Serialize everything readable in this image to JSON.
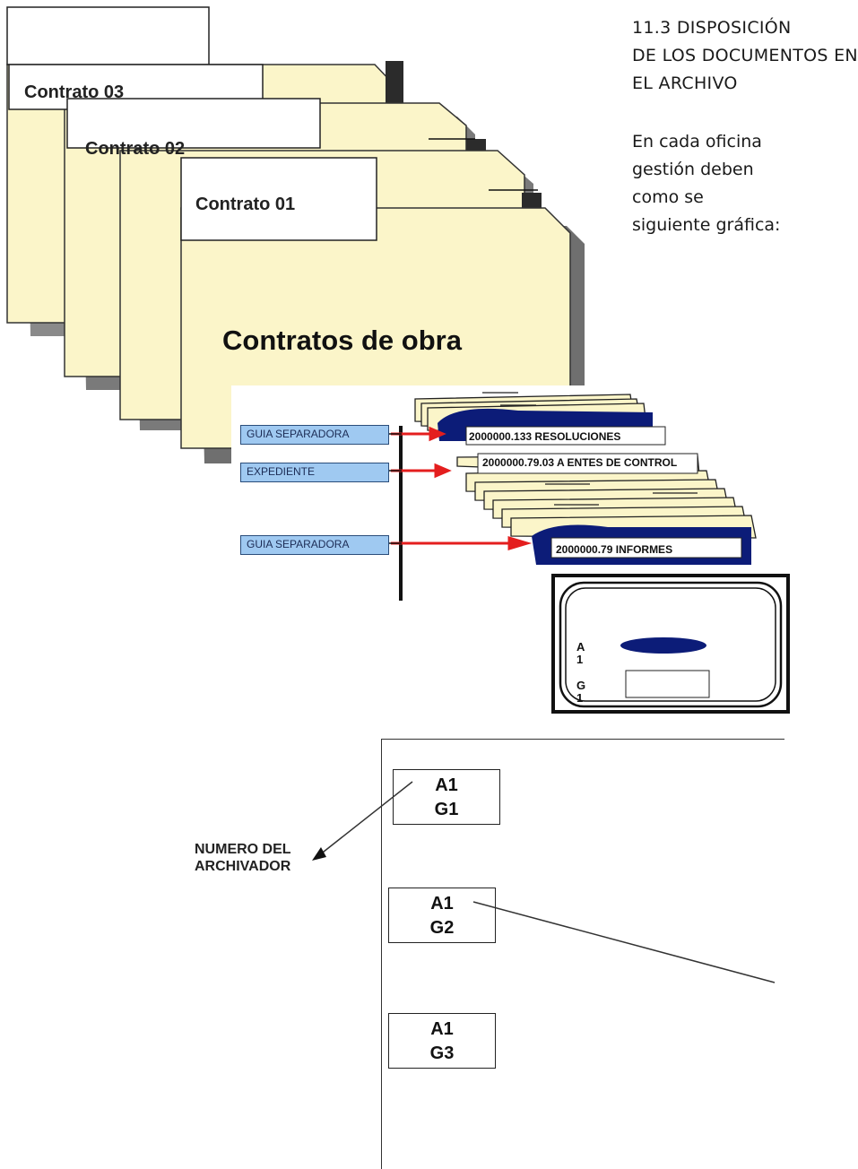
{
  "heading": {
    "lines": [
      "11.3 DISPOSICIÓN",
      "DE LOS DOCUMENTOS EN",
      "EL ARCHIVO"
    ]
  },
  "paragraph": {
    "lines": [
      "En cada oficina",
      "gestión deben",
      "como se",
      "siguiente gráfica:"
    ]
  },
  "folders": {
    "label_03": "Contrato 03",
    "label_02": "Contrato 02",
    "label_01": "Contrato 01",
    "title": "Contratos de obra"
  },
  "guides": {
    "item1": "GUIA SEPARADORA",
    "item2": "EXPEDIENTE",
    "item3": "GUIA SEPARADORA"
  },
  "tabs": {
    "tab1": "2000000.133  RESOLUCIONES",
    "tab2": "2000000.79.03 A ENTES DE CONTROL",
    "tab3": "2000000.79 INFORMES"
  },
  "cabinet": {
    "letter_a": "A",
    "num_a": "1",
    "letter_g": "G",
    "num_g": "1"
  },
  "drawers": [
    {
      "top": "A1",
      "bottom": "G1"
    },
    {
      "top": "A1",
      "bottom": "G2"
    },
    {
      "top": "A1",
      "bottom": "G3"
    }
  ],
  "annotation": {
    "line1": "NUMERO DEL",
    "line2": "ARCHIVADOR"
  },
  "colors": {
    "folder_fill": "#fbf5c9",
    "guide_fill": "#9fc9f1",
    "navy": "#0c1c78",
    "arrow": "#e41e1e"
  }
}
